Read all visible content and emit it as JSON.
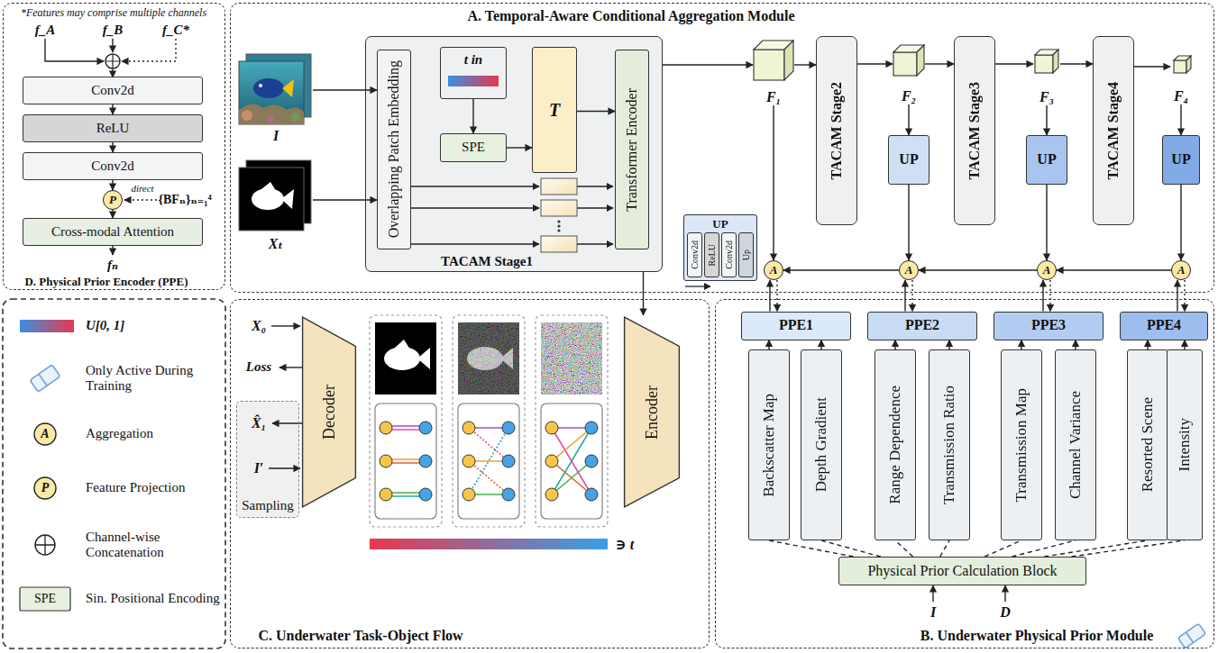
{
  "diagram": {
    "nodes": [
      {
        "text": [
          "D. Physical Prior Encoder (PPE)"
        ]
      },
      {
        "text": [
          "Conv2d"
        ],
        "in": 0
      },
      {
        "text": [
          "ReLU"
        ],
        "in": 0
      },
      {
        "text": [
          "Conv2d"
        ],
        "in": 0
      },
      {
        "text": [
          "P"
        ],
        "in": 0
      },
      {
        "text": [
          "Cross-modal Attention"
        ],
        "in": 0
      },
      {
        "text": [
          "A. Temporal-Aware Conditional Aggregation Module"
        ]
      },
      {
        "text": [
          "I"
        ],
        "in": 6
      },
      {
        "text": [
          "Xₜ"
        ],
        "in": 6
      },
      {
        "text": [
          "TACAM Stage1"
        ],
        "in": 6
      },
      {
        "text": [
          "Overlapping Patch Embedding"
        ],
        "in": 9
      },
      {
        "text": [
          "t in"
        ],
        "in": 9
      },
      {
        "text": [
          "SPE"
        ],
        "in": 9
      },
      {
        "text": [
          "T"
        ],
        "in": 9
      },
      {
        "text": [
          "Transformer Encoder"
        ],
        "in": 9
      },
      {
        "text": [
          "F₁"
        ],
        "in": 6
      },
      {
        "text": [
          "TACAM Stage2"
        ],
        "in": 6
      },
      {
        "text": [
          "F₂"
        ],
        "in": 6
      },
      {
        "text": [
          "TACAM Stage3"
        ],
        "in": 6
      },
      {
        "text": [
          "F₃"
        ],
        "in": 6
      },
      {
        "text": [
          "TACAM Stage4"
        ],
        "in": 6
      },
      {
        "text": [
          "F₄"
        ],
        "in": 6
      },
      {
        "text": [
          "UP"
        ],
        "in": 6
      },
      {
        "text": [
          "Conv2d"
        ],
        "in": 22
      },
      {
        "text": [
          "ReLU"
        ],
        "in": 22
      },
      {
        "text": [
          "Conv2d"
        ],
        "in": 22
      },
      {
        "text": [
          "Up"
        ],
        "in": 22
      },
      {
        "text": [
          "UP"
        ],
        "in": 6
      },
      {
        "text": [
          "UP"
        ],
        "in": 6
      },
      {
        "text": [
          "UP"
        ],
        "in": 6
      },
      {
        "text": [
          "A"
        ],
        "in": 6
      },
      {
        "text": [
          "A"
        ],
        "in": 6
      },
      {
        "text": [
          "A"
        ],
        "in": 6
      },
      {
        "text": [
          "A"
        ],
        "in": 6
      },
      {
        "text": [
          "C. Underwater Task-Object Flow"
        ]
      },
      {
        "text": [
          "Sampling"
        ],
        "in": 34
      },
      {
        "text": [
          "Decoder"
        ],
        "in": 34
      },
      {
        "text": [
          "Encoder"
        ],
        "in": 34
      },
      {
        "text": [
          "B. Underwater Physical Prior Module"
        ]
      },
      {
        "text": [
          "PPE1"
        ],
        "in": 38
      },
      {
        "text": [
          "PPE2"
        ],
        "in": 38
      },
      {
        "text": [
          "PPE3"
        ],
        "in": 38
      },
      {
        "text": [
          "PPE4"
        ],
        "in": 38
      },
      {
        "text": [
          "Backscatter Map"
        ],
        "in": 38
      },
      {
        "text": [
          "Depth Gradient"
        ],
        "in": 38
      },
      {
        "text": [
          "Range Dependence"
        ],
        "in": 38
      },
      {
        "text": [
          "Transmission Ratio"
        ],
        "in": 38
      },
      {
        "text": [
          "Transmission Map"
        ],
        "in": 38
      },
      {
        "text": [
          "Channel Variance"
        ],
        "in": 38
      },
      {
        "text": [
          "Resorted Scene"
        ],
        "in": 38
      },
      {
        "text": [
          "Intensity"
        ],
        "in": 38
      },
      {
        "text": [
          "Physical Prior Calculation Block"
        ],
        "in": 38
      }
    ],
    "edges": [
      {
        "from": 1,
        "to": 2,
        "arrow": "to"
      },
      {
        "from": 2,
        "to": 3,
        "arrow": "to"
      },
      {
        "from": 3,
        "to": 4,
        "arrow": "to"
      },
      {
        "from": 4,
        "to": 5,
        "arrow": "to"
      },
      {
        "from": 7,
        "to": 10,
        "arrow": "to"
      },
      {
        "from": 8,
        "to": 10,
        "arrow": "to"
      },
      {
        "from": 11,
        "to": 12,
        "arrow": "to"
      },
      {
        "from": 12,
        "to": 13,
        "arrow": "to"
      },
      {
        "from": 13,
        "to": 14,
        "arrow": "to"
      },
      {
        "from": 9,
        "to": 15,
        "arrow": "to"
      },
      {
        "from": 15,
        "to": 16,
        "arrow": "to"
      },
      {
        "from": 16,
        "to": 17,
        "arrow": "to"
      },
      {
        "from": 17,
        "to": 18,
        "arrow": "to"
      },
      {
        "from": 18,
        "to": 19,
        "arrow": "to"
      },
      {
        "from": 19,
        "to": 20,
        "arrow": "to"
      },
      {
        "from": 20,
        "to": 21,
        "arrow": "to"
      },
      {
        "from": 15,
        "to": 30,
        "arrow": "to"
      },
      {
        "from": 17,
        "to": 27,
        "arrow": "to"
      },
      {
        "from": 27,
        "to": 31,
        "arrow": "to"
      },
      {
        "from": 19,
        "to": 28,
        "arrow": "to"
      },
      {
        "from": 28,
        "to": 32,
        "arrow": "to"
      },
      {
        "from": 21,
        "to": 29,
        "arrow": "to"
      },
      {
        "from": 29,
        "to": 33,
        "arrow": "to"
      },
      {
        "from": 33,
        "to": 32,
        "arrow": "to"
      },
      {
        "from": 32,
        "to": 31,
        "arrow": "to"
      },
      {
        "from": 31,
        "to": 30,
        "arrow": "to"
      },
      {
        "from": 9,
        "to": 37,
        "arrow": "to"
      },
      {
        "from": 39,
        "to": 30,
        "arrow": "to"
      },
      {
        "from": 30,
        "to": 39,
        "arrow": "to"
      },
      {
        "from": 40,
        "to": 31,
        "arrow": "to"
      },
      {
        "from": 31,
        "to": 40,
        "arrow": "to"
      },
      {
        "from": 41,
        "to": 32,
        "arrow": "to"
      },
      {
        "from": 32,
        "to": 41,
        "arrow": "to"
      },
      {
        "from": 42,
        "to": 33,
        "arrow": "to"
      },
      {
        "from": 33,
        "to": 42,
        "arrow": "to"
      },
      {
        "from": 43,
        "to": 39,
        "arrow": "to"
      },
      {
        "from": 44,
        "to": 39,
        "arrow": "to"
      },
      {
        "from": 45,
        "to": 40,
        "arrow": "to"
      },
      {
        "from": 46,
        "to": 40,
        "arrow": "to"
      },
      {
        "from": 47,
        "to": 41,
        "arrow": "to"
      },
      {
        "from": 48,
        "to": 41,
        "arrow": "to"
      },
      {
        "from": 49,
        "to": 42,
        "arrow": "to"
      },
      {
        "from": 50,
        "to": 42,
        "arrow": "to"
      },
      {
        "from": 51,
        "to": 43,
        "arrow": "none"
      },
      {
        "from": 51,
        "to": 44,
        "arrow": "none"
      },
      {
        "from": 51,
        "to": 45,
        "arrow": "none"
      },
      {
        "from": 51,
        "to": 46,
        "arrow": "none"
      },
      {
        "from": 51,
        "to": 47,
        "arrow": "none"
      },
      {
        "from": 51,
        "to": 48,
        "arrow": "none"
      },
      {
        "from": 51,
        "to": 49,
        "arrow": "none"
      },
      {
        "from": 51,
        "to": 50,
        "arrow": "none"
      }
    ],
    "labels": [
      "*Features may comprise multiple channels",
      "f_A",
      "f_B",
      "f_C*",
      "direct",
      "{BFₙ}ₙ₌₁⁴",
      "fₙ",
      "X₀",
      "Loss",
      "X̂₁",
      "I′",
      "∋ t",
      "I",
      "D",
      "A",
      "P",
      "SPE"
    ],
    "legend": [
      {
        "text": "U[0, 1]"
      },
      {
        "text": "Only Active During Training"
      },
      {
        "text": "Aggregation"
      },
      {
        "text": "Feature Projection"
      },
      {
        "text": "Channel-wise Concatenation"
      },
      {
        "text": "Sin. Positional Encoding"
      }
    ]
  }
}
